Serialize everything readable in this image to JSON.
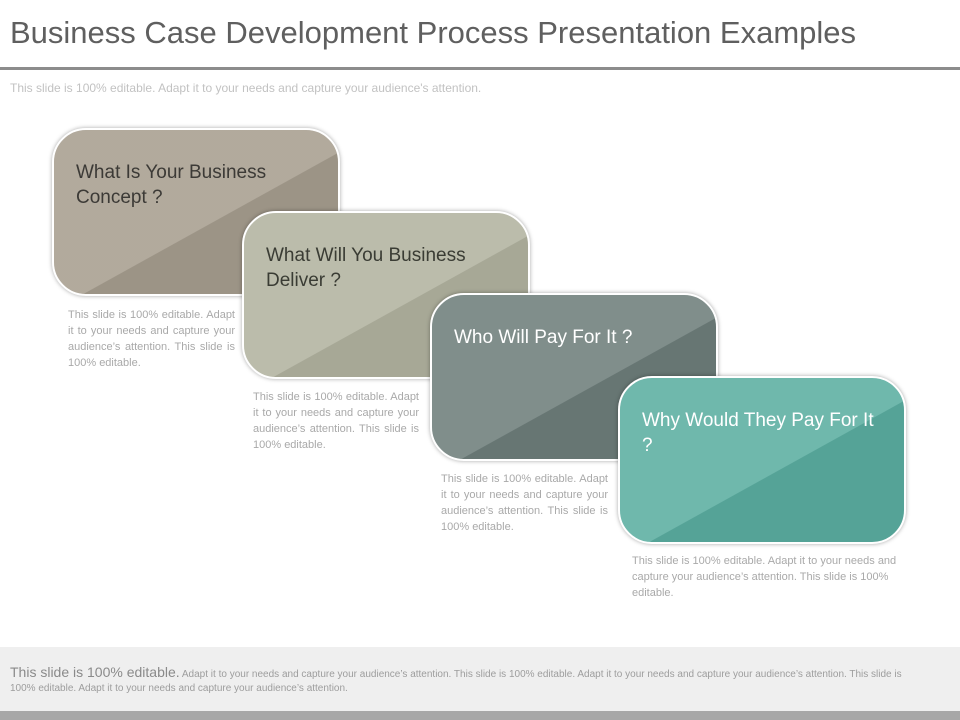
{
  "slide": {
    "title": "Business Case Development Process Presentation Examples",
    "subtitle": "This slide is 100% editable. Adapt it to your needs and capture your audience's attention."
  },
  "steps": [
    {
      "label": "What Is Your Business Concept ?",
      "description": "This slide is 100% editable. Adapt it to your needs and capture your audience’s attention. This slide is 100% editable.",
      "color": "#a69d8e"
    },
    {
      "label": "What Will You Business Deliver ?",
      "description": "This slide is 100% editable. Adapt it to your needs and capture your audience’s attention. This slide is 100% editable.",
      "color": "#b1b29f"
    },
    {
      "label": "Who Will Pay For It ?",
      "description": "This slide is 100% editable. Adapt it to your needs and capture your audience’s attention. This slide is 100% editable.",
      "color": "#6d7d7a"
    },
    {
      "label": "Why Would They Pay For It ?",
      "description": "This slide is 100% editable. Adapt it to your needs and capture your audience’s attention. This slide is 100% editable.",
      "color": "#5aada0"
    }
  ],
  "footer": {
    "lead": "This slide is 100% editable.",
    "text": "Adapt it to your needs and capture your audience’s attention. This slide is 100% editable. Adapt it to your needs and capture your audience’s attention. This slide is 100% editable. Adapt it to your needs and capture your audience’s attention."
  }
}
